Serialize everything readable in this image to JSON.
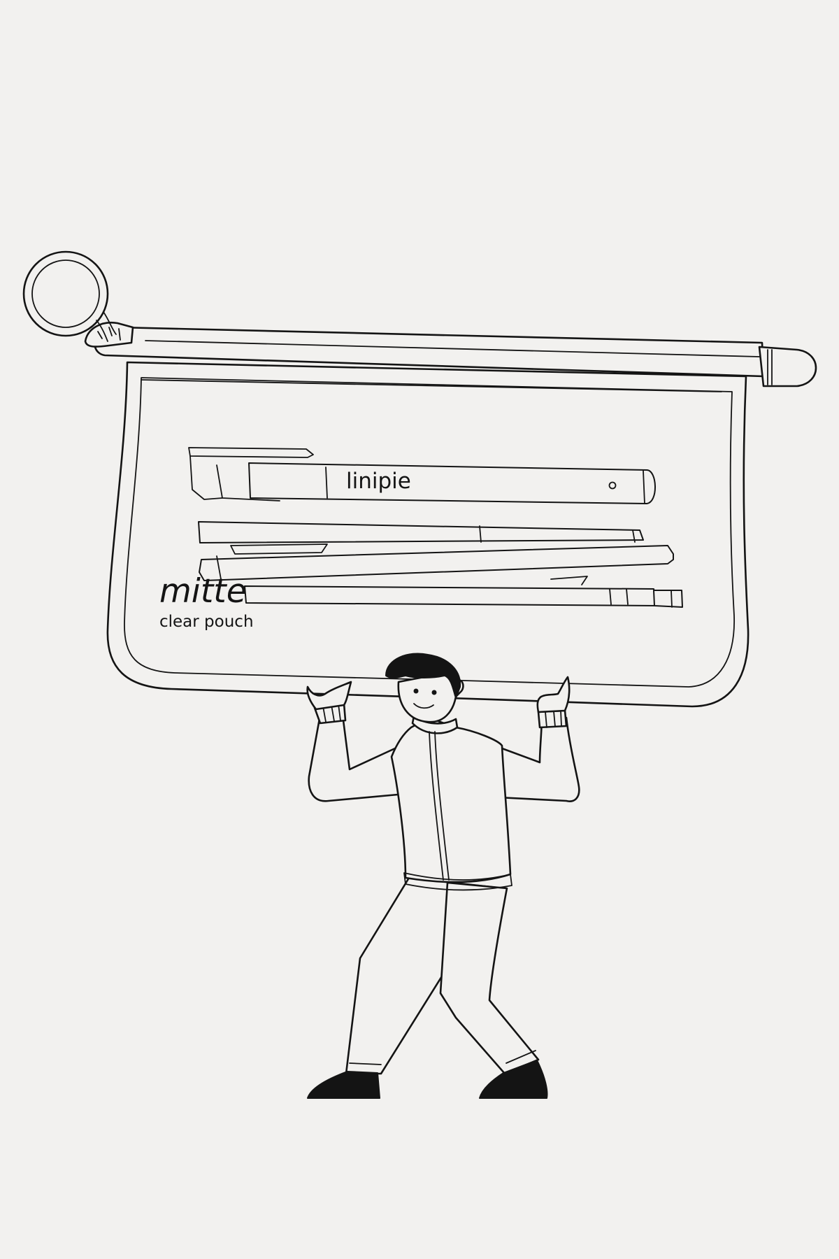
{
  "pouch": {
    "brand": "mitte",
    "subtitle": "clear pouch"
  },
  "pen": {
    "brand": "linipie"
  },
  "colors": {
    "background": "#f2f1ef",
    "ink": "#141414"
  },
  "icons": [
    "key-ring-icon",
    "zipper-pull-icon",
    "pen-icon",
    "person-illustration"
  ]
}
